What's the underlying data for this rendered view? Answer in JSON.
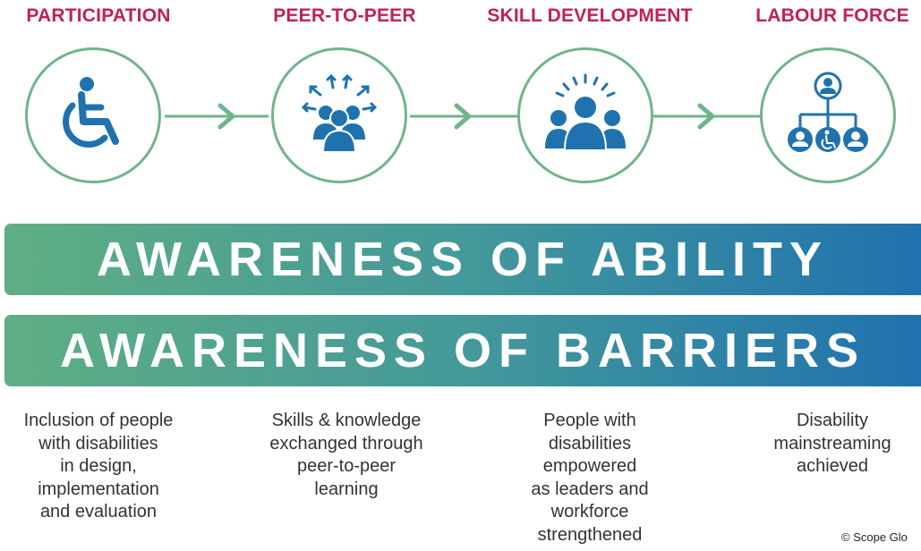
{
  "colors": {
    "accent_title": "#c21f5b",
    "circle_border": "#6fb58a",
    "icon_blue": "#1f72ae",
    "gradient_start": "#5fae84",
    "gradient_end": "#1f72ae"
  },
  "stages": [
    {
      "title": "PARTICIPATION",
      "icon": "wheelchair-icon",
      "description": [
        "Inclusion of people",
        "with disabilities",
        "in design,",
        "implementation",
        "and evaluation"
      ]
    },
    {
      "title": "PEER-TO-PEER",
      "icon": "group-sharing-icon",
      "description": [
        "Skills & knowledge",
        "exchanged through",
        "peer-to-peer",
        "learning"
      ]
    },
    {
      "title": "SKILL DEVELOPMENT",
      "icon": "empowered-group-icon",
      "description": [
        "People with",
        "disabilities",
        "empowered",
        "as leaders and",
        "workforce",
        "strengthened"
      ]
    },
    {
      "title": "LABOUR FORCE",
      "icon": "org-chart-icon",
      "description": [
        "Disability",
        "mainstreaming",
        "achieved"
      ]
    }
  ],
  "banners": {
    "ability": "AWARENESS OF ABILITY",
    "barriers": "AWARENESS OF BARRIERS"
  },
  "copyright": "© Scope Glo"
}
